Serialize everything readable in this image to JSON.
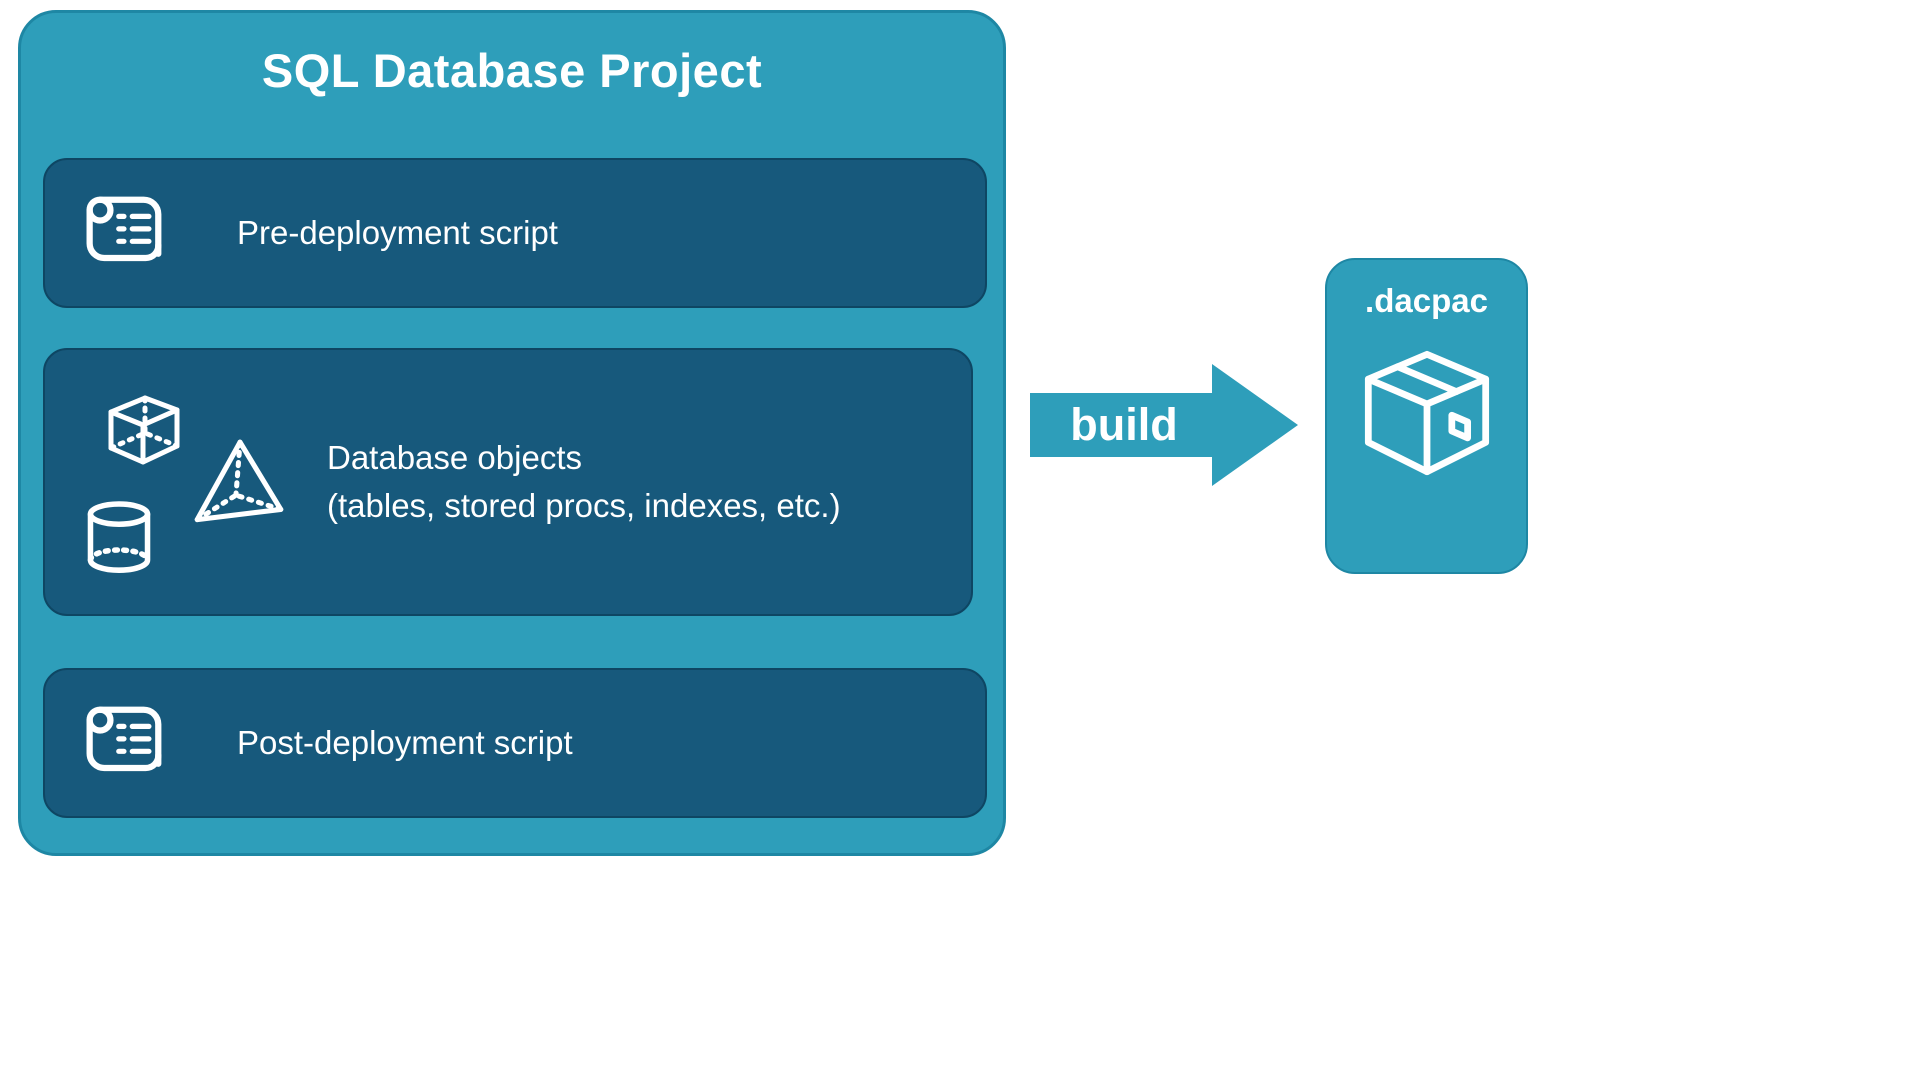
{
  "project": {
    "title": "SQL Database Project",
    "items": [
      {
        "icon": "scroll-icon",
        "label": "Pre-deployment script"
      },
      {
        "icon": "cube-pyramid-cylinder-icons",
        "line1": "Database objects",
        "line2": "(tables, stored procs, indexes, etc.)"
      },
      {
        "icon": "scroll-icon",
        "label": "Post-deployment script"
      }
    ]
  },
  "arrow": {
    "label": "build",
    "direction": "right"
  },
  "output": {
    "title": ".dacpac",
    "icon": "package-icon"
  },
  "colors": {
    "teal": "#2E9EBA",
    "teal_border": "#1E87A4",
    "dark_blue": "#17597C",
    "dark_blue_border": "#0E4663",
    "text": "#FFFFFF",
    "background": "#FFFFFF"
  }
}
